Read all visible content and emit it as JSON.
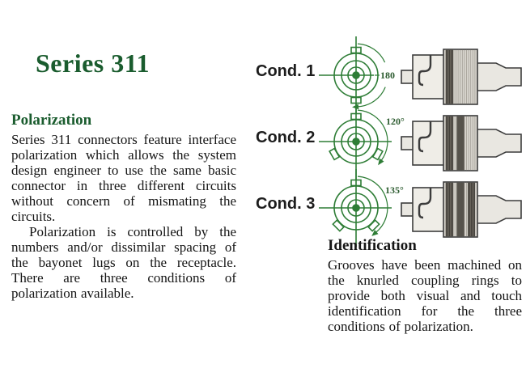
{
  "page": {
    "title": "Series 311"
  },
  "polarization": {
    "heading": "Polarization",
    "para1": "Series 311 connectors feature interface polarization which allows the system design engineer to use the same basic connector in three different circuits without concern of mismating the circuits.",
    "para2": "Polarization is controlled by the numbers and/or dissimilar spacing of the bayonet lugs on the receptacle. There are three conditions of polarization available."
  },
  "conditions": [
    {
      "label": "Cond. 1",
      "angle_label": "180",
      "angle_value_deg": 180,
      "lug_angles_deg": [
        0,
        180
      ],
      "coupling_ring_grooves": 1
    },
    {
      "label": "Cond. 2",
      "angle_label": "120°",
      "angle_value_deg": 120,
      "lug_angles_deg": [
        0,
        120,
        240
      ],
      "coupling_ring_grooves": 2
    },
    {
      "label": "Cond. 3",
      "angle_label": "135°",
      "angle_value_deg": 135,
      "lug_angles_deg": [
        0,
        135,
        225
      ],
      "coupling_ring_grooves": 3
    }
  ],
  "identification": {
    "heading": "Identification",
    "body": "Grooves have been machined on the knurled coupling rings to provide both visual and touch identification for the three conditions of polarization."
  },
  "colors": {
    "heading_green": "#1a5c2e",
    "diagram_green": "#2e7d36",
    "dial_label_green": "#2d5c30",
    "text_black": "#141414",
    "line_dark": "#3c3c3c",
    "metal_light": "#e9e7e1",
    "metal_lighter": "#efede7",
    "metal_ring": "#d9d6cf",
    "knurl_line": "#a09c93",
    "groove_dark": "#44413b"
  }
}
